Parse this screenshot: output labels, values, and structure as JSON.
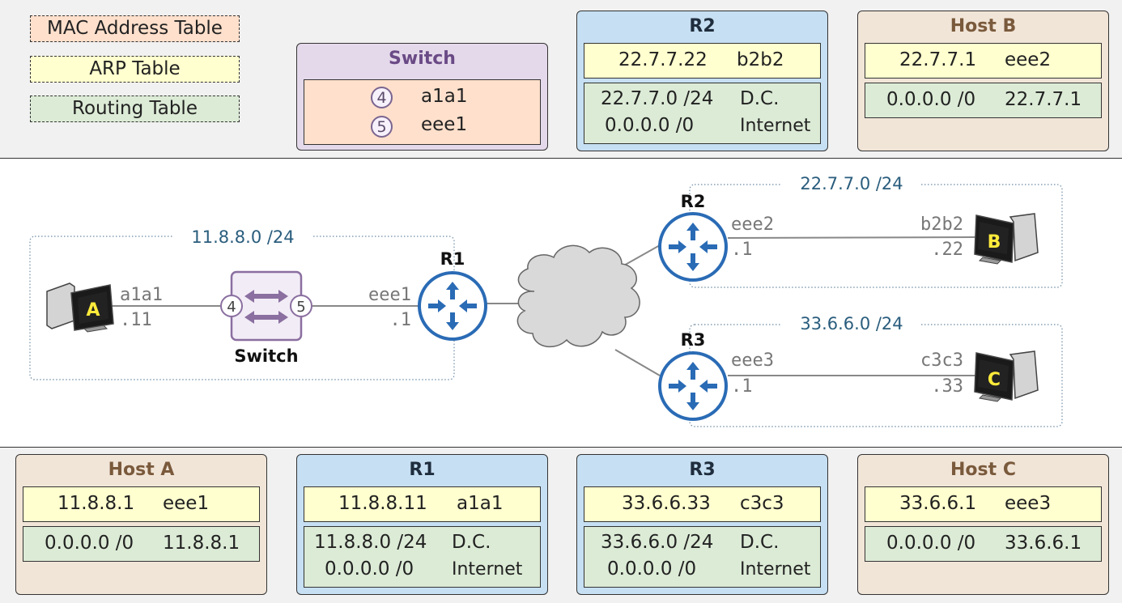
{
  "legend": {
    "mac": "MAC Address Table",
    "arp": "ARP Table",
    "routing": "Routing Table"
  },
  "colors": {
    "mac": "#ffe0cc",
    "arp": "#ffffcf",
    "routing": "#dcebd6",
    "router_panel": "#c6dff2",
    "host_panel": "#f1e5d8",
    "switch_panel": "#e4d9ea",
    "router_icon": "#2a6bb5",
    "subnet_text": "#2a5d7d"
  },
  "switch_panel": {
    "title": "Switch",
    "mac_entries": [
      {
        "port": "4",
        "mac": "a1a1"
      },
      {
        "port": "5",
        "mac": "eee1"
      }
    ]
  },
  "r2_panel": {
    "title": "R2",
    "arp": {
      "ip": "22.7.7.22",
      "mac": "b2b2"
    },
    "routes": [
      {
        "net": "22.7.7.0 /24",
        "next": "D.C."
      },
      {
        "net": "0.0.0.0 /0",
        "next": "Internet"
      }
    ]
  },
  "hostb_panel": {
    "title": "Host B",
    "arp": {
      "ip": "22.7.7.1",
      "mac": "eee2"
    },
    "routes": [
      {
        "net": "0.0.0.0 /0",
        "next": "22.7.7.1"
      }
    ]
  },
  "hosta_panel": {
    "title": "Host A",
    "arp": {
      "ip": "11.8.8.1",
      "mac": "eee1"
    },
    "routes": [
      {
        "net": "0.0.0.0 /0",
        "next": "11.8.8.1"
      }
    ]
  },
  "r1_panel": {
    "title": "R1",
    "arp": {
      "ip": "11.8.8.11",
      "mac": "a1a1"
    },
    "routes": [
      {
        "net": "11.8.8.0 /24",
        "next": "D.C."
      },
      {
        "net": "0.0.0.0 /0",
        "next": "Internet"
      }
    ]
  },
  "r3_panel": {
    "title": "R3",
    "arp": {
      "ip": "33.6.6.33",
      "mac": "c3c3"
    },
    "routes": [
      {
        "net": "33.6.6.0 /24",
        "next": "D.C."
      },
      {
        "net": "0.0.0.0 /0",
        "next": "Internet"
      }
    ]
  },
  "hostc_panel": {
    "title": "Host C",
    "arp": {
      "ip": "33.6.6.1",
      "mac": "eee3"
    },
    "routes": [
      {
        "net": "0.0.0.0 /0",
        "next": "33.6.6.1"
      }
    ]
  },
  "diagram": {
    "subnet_a": "11.8.8.0 /24",
    "subnet_b": "22.7.7.0 /24",
    "subnet_c": "33.6.6.0 /24",
    "host_a": {
      "letter": "A",
      "mac": "a1a1",
      "ip": ".11"
    },
    "host_b": {
      "letter": "B",
      "mac": "b2b2",
      "ip": ".22"
    },
    "host_c": {
      "letter": "C",
      "mac": "c3c3",
      "ip": ".33"
    },
    "switch": {
      "label": "Switch",
      "port_left": "4",
      "port_right": "5"
    },
    "r1": {
      "name": "R1",
      "mac": "eee1",
      "ip": ".1"
    },
    "r2": {
      "name": "R2",
      "mac": "eee2",
      "ip": ".1"
    },
    "r3": {
      "name": "R3",
      "mac": "eee3",
      "ip": ".1"
    }
  }
}
